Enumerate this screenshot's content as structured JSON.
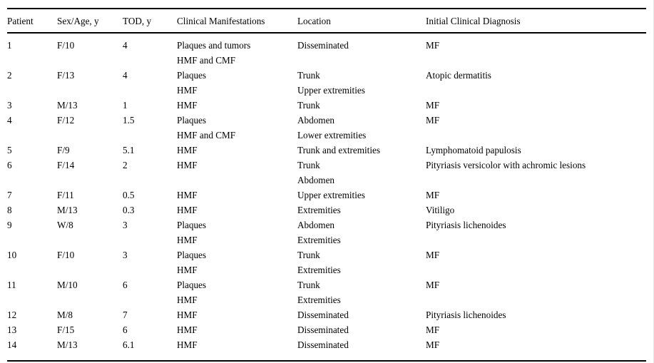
{
  "table": {
    "columns": [
      {
        "key": "patient",
        "label": "Patient"
      },
      {
        "key": "sex_age",
        "label": "Sex/Age, y"
      },
      {
        "key": "tod",
        "label": "TOD, y"
      },
      {
        "key": "manifestations",
        "label": "Clinical Manifestations"
      },
      {
        "key": "location",
        "label": "Location"
      },
      {
        "key": "diagnosis",
        "label": "Initial Clinical Diagnosis"
      }
    ],
    "rows": [
      {
        "patient": "1",
        "sex_age": "F/10",
        "tod": "4",
        "manifestations": [
          "Plaques and tumors",
          "HMF and CMF"
        ],
        "location": [
          "Disseminated"
        ],
        "diagnosis": [
          "MF"
        ]
      },
      {
        "patient": "2",
        "sex_age": "F/13",
        "tod": "4",
        "manifestations": [
          "Plaques",
          "HMF"
        ],
        "location": [
          "Trunk",
          "Upper extremities"
        ],
        "diagnosis": [
          "Atopic dermatitis"
        ]
      },
      {
        "patient": "3",
        "sex_age": "M/13",
        "tod": "1",
        "manifestations": [
          "HMF"
        ],
        "location": [
          "Trunk"
        ],
        "diagnosis": [
          "MF"
        ]
      },
      {
        "patient": "4",
        "sex_age": "F/12",
        "tod": "1.5",
        "manifestations": [
          "Plaques",
          "HMF and CMF"
        ],
        "location": [
          "Abdomen",
          "Lower extremities"
        ],
        "diagnosis": [
          "MF"
        ]
      },
      {
        "patient": "5",
        "sex_age": "F/9",
        "tod": "5.1",
        "manifestations": [
          "HMF"
        ],
        "location": [
          "Trunk and extremities"
        ],
        "diagnosis": [
          "Lymphomatoid papulosis"
        ]
      },
      {
        "patient": "6",
        "sex_age": "F/14",
        "tod": "2",
        "manifestations": [
          "HMF"
        ],
        "location": [
          "Trunk",
          "Abdomen"
        ],
        "diagnosis": [
          "Pityriasis versicolor with achromic lesions"
        ]
      },
      {
        "patient": "7",
        "sex_age": "F/11",
        "tod": "0.5",
        "manifestations": [
          "HMF"
        ],
        "location": [
          "Upper extremities"
        ],
        "diagnosis": [
          "MF"
        ]
      },
      {
        "patient": "8",
        "sex_age": "M/13",
        "tod": "0.3",
        "manifestations": [
          "HMF"
        ],
        "location": [
          "Extremities"
        ],
        "diagnosis": [
          "Vitiligo"
        ]
      },
      {
        "patient": "9",
        "sex_age": "W/8",
        "tod": "3",
        "manifestations": [
          "Plaques",
          "HMF"
        ],
        "location": [
          "Abdomen",
          "Extremities"
        ],
        "diagnosis": [
          "Pityriasis lichenoides"
        ]
      },
      {
        "patient": "10",
        "sex_age": "F/10",
        "tod": "3",
        "manifestations": [
          "Plaques",
          "HMF"
        ],
        "location": [
          "Trunk",
          "Extremities"
        ],
        "diagnosis": [
          "MF"
        ]
      },
      {
        "patient": "11",
        "sex_age": "M/10",
        "tod": "6",
        "manifestations": [
          "Plaques",
          "HMF"
        ],
        "location": [
          "Trunk",
          "Extremities"
        ],
        "diagnosis": [
          "MF"
        ]
      },
      {
        "patient": "12",
        "sex_age": "M/8",
        "tod": "7",
        "manifestations": [
          "HMF"
        ],
        "location": [
          "Disseminated"
        ],
        "diagnosis": [
          "Pityriasis lichenoides"
        ]
      },
      {
        "patient": "13",
        "sex_age": "F/15",
        "tod": "6",
        "manifestations": [
          "HMF"
        ],
        "location": [
          "Disseminated"
        ],
        "diagnosis": [
          "MF"
        ]
      },
      {
        "patient": "14",
        "sex_age": "M/13",
        "tod": "6.1",
        "manifestations": [
          "HMF"
        ],
        "location": [
          "Disseminated"
        ],
        "diagnosis": [
          "MF"
        ]
      }
    ]
  },
  "style": {
    "rule_color": "#000000",
    "text_color": "#000000",
    "background": "#ffffff"
  }
}
